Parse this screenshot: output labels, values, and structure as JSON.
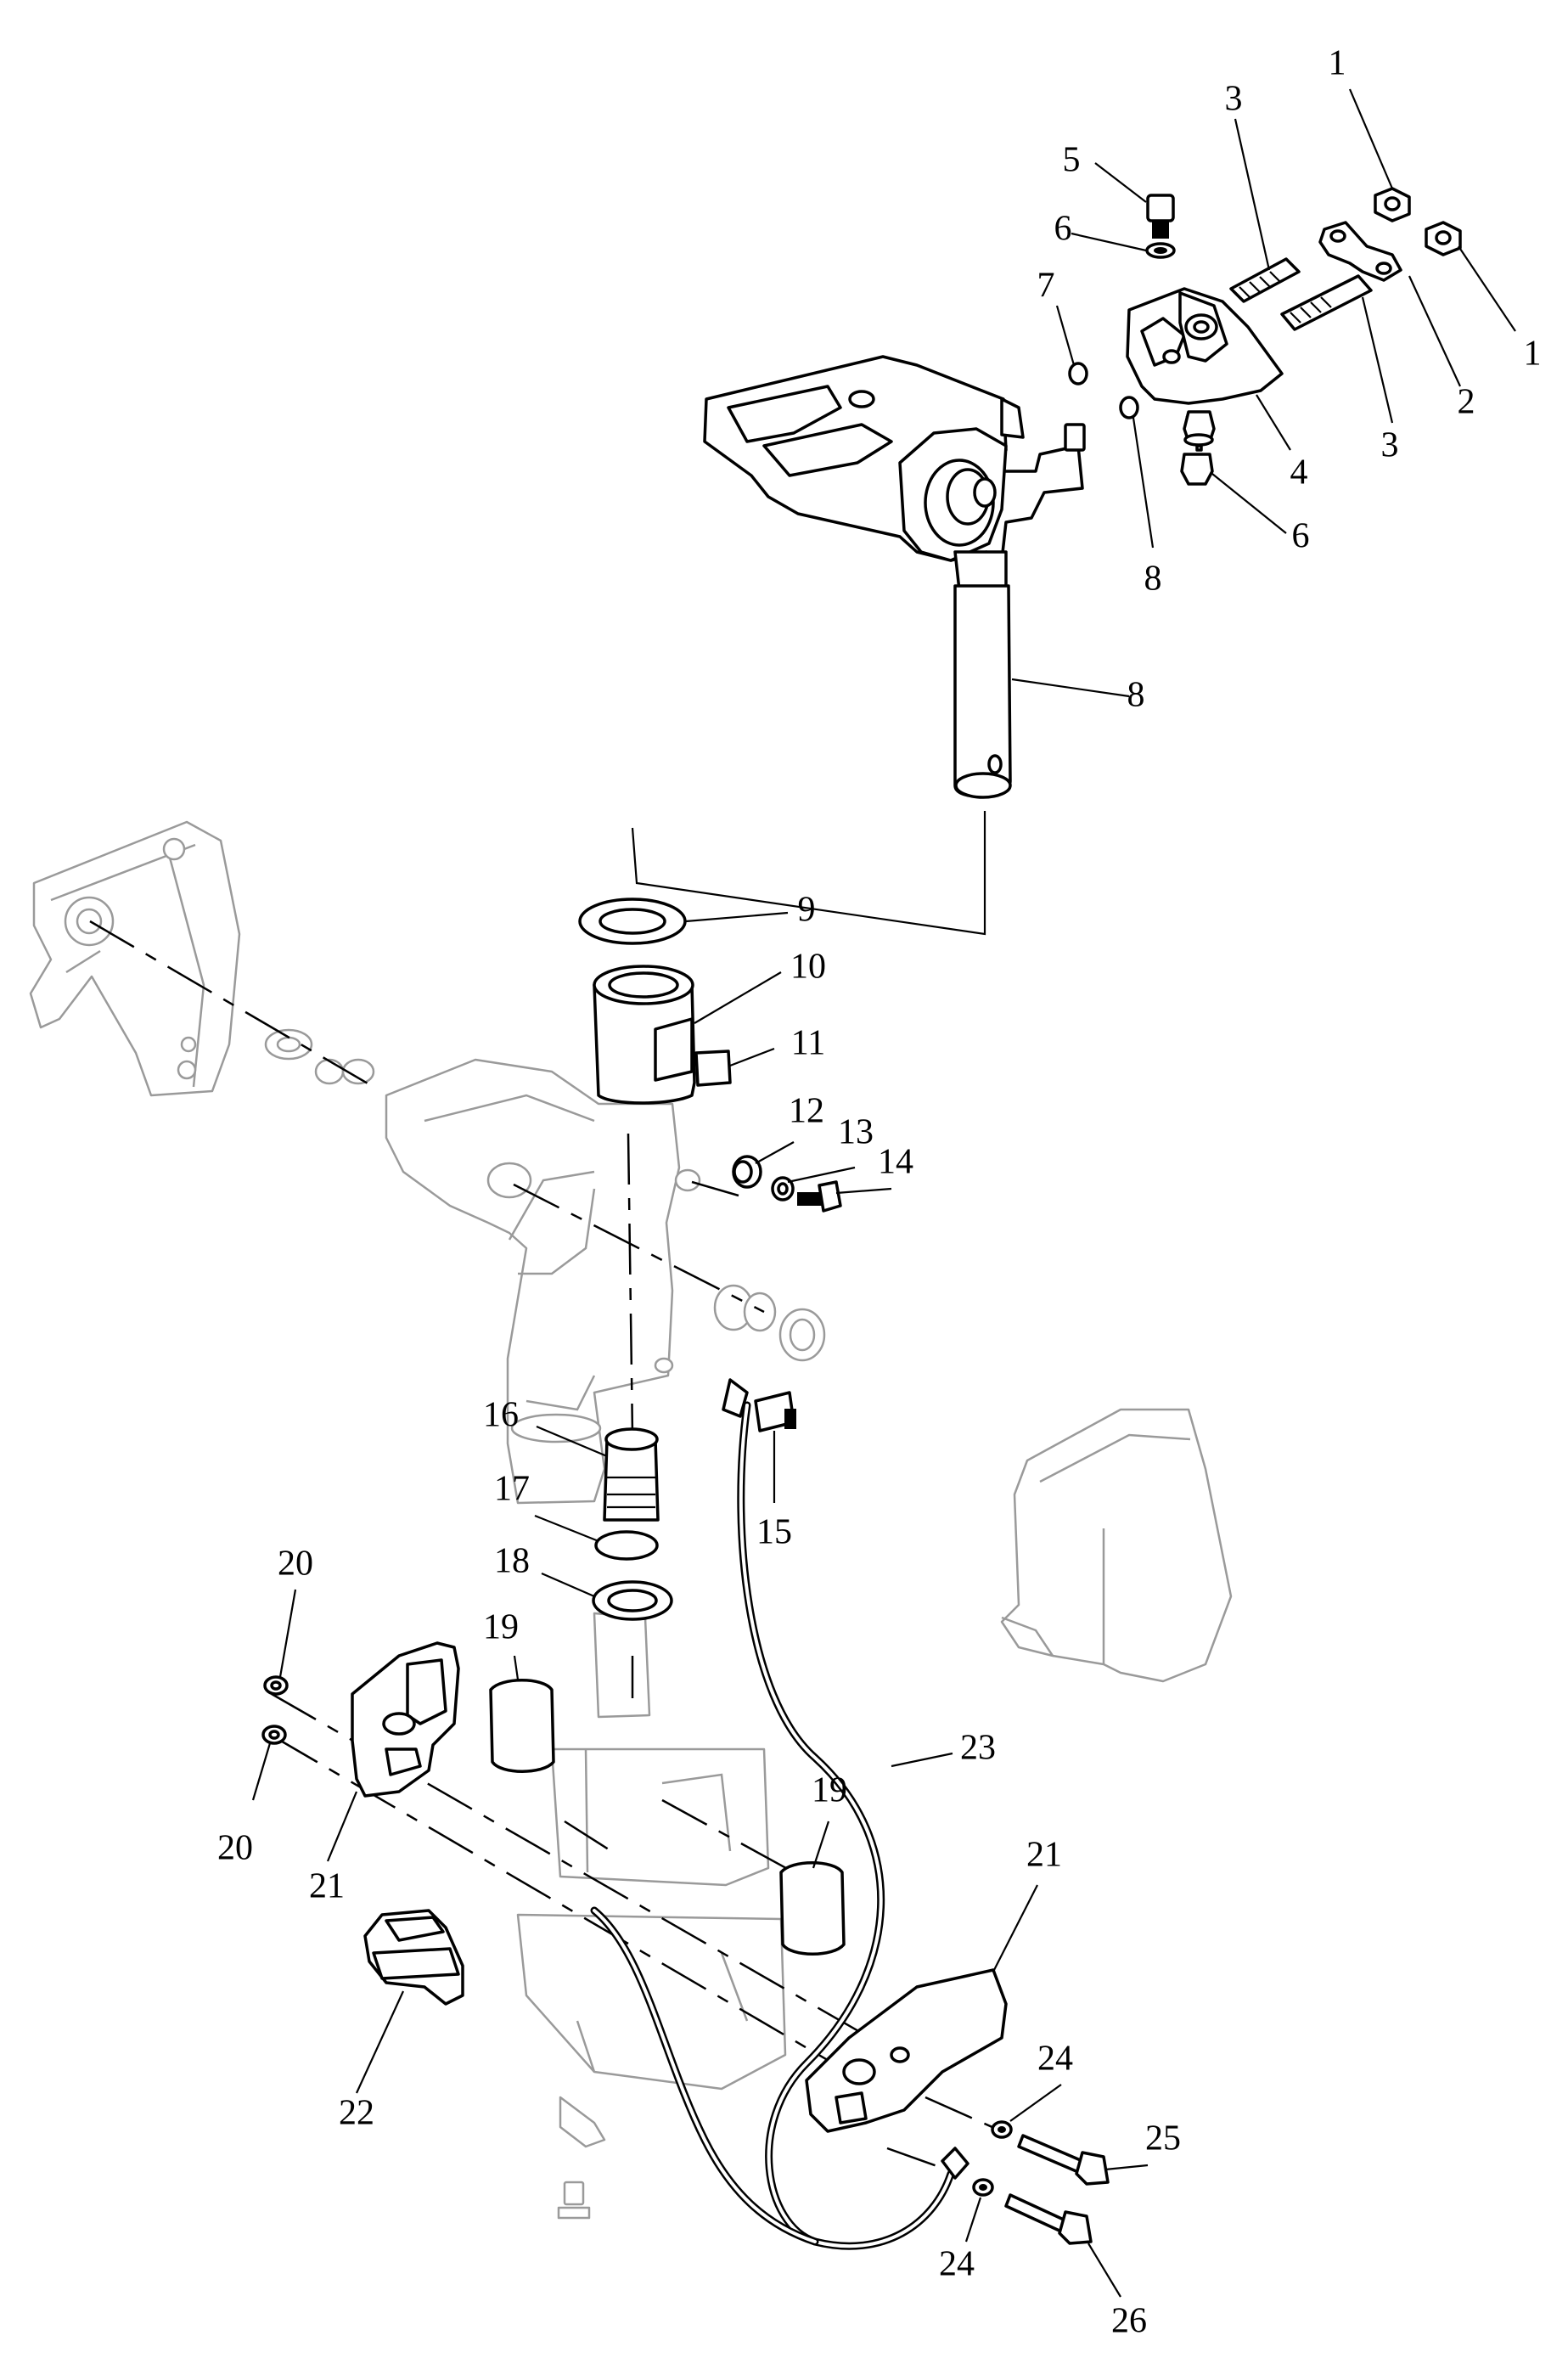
{
  "callouts": [
    {
      "id": "c1a",
      "text": "1"
    },
    {
      "id": "c1b",
      "text": "1"
    },
    {
      "id": "c2",
      "text": "2"
    },
    {
      "id": "c3a",
      "text": "3"
    },
    {
      "id": "c3b",
      "text": "3"
    },
    {
      "id": "c4",
      "text": "4"
    },
    {
      "id": "c5",
      "text": "5"
    },
    {
      "id": "c6a",
      "text": "6"
    },
    {
      "id": "c6b",
      "text": "6"
    },
    {
      "id": "c7",
      "text": "7"
    },
    {
      "id": "c8a",
      "text": "8"
    },
    {
      "id": "c8b",
      "text": "8"
    },
    {
      "id": "c9",
      "text": "9"
    },
    {
      "id": "c10",
      "text": "10"
    },
    {
      "id": "c11",
      "text": "11"
    },
    {
      "id": "c12",
      "text": "12"
    },
    {
      "id": "c13",
      "text": "13"
    },
    {
      "id": "c14",
      "text": "14"
    },
    {
      "id": "c15",
      "text": "15"
    },
    {
      "id": "c16",
      "text": "16"
    },
    {
      "id": "c17",
      "text": "17"
    },
    {
      "id": "c18",
      "text": "18"
    },
    {
      "id": "c19a",
      "text": "19"
    },
    {
      "id": "c19b",
      "text": "19"
    },
    {
      "id": "c20a",
      "text": "20"
    },
    {
      "id": "c20b",
      "text": "20"
    },
    {
      "id": "c21a",
      "text": "21"
    },
    {
      "id": "c21b",
      "text": "21"
    },
    {
      "id": "c22",
      "text": "22"
    },
    {
      "id": "c23",
      "text": "23"
    },
    {
      "id": "c24a",
      "text": "24"
    },
    {
      "id": "c24b",
      "text": "24"
    },
    {
      "id": "c25",
      "text": "25"
    },
    {
      "id": "c26",
      "text": "26"
    }
  ]
}
